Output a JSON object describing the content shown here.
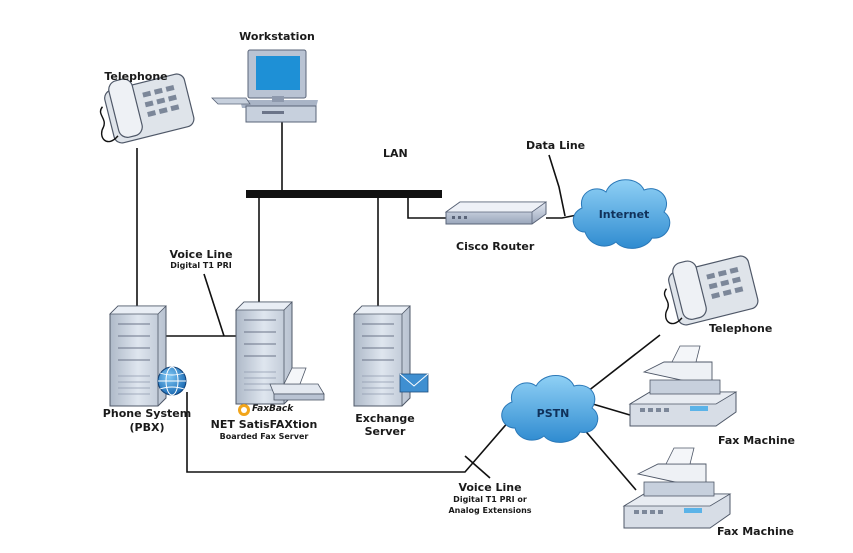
{
  "labels": {
    "workstation": "Workstation",
    "telephone_left": "Telephone",
    "lan": "LAN",
    "data_line": "Data Line",
    "internet": "Internet",
    "cisco_router": "Cisco Router",
    "voice_line_top": "Voice Line",
    "voice_line_top_sub": "Digital T1 PRI",
    "telephone_right": "Telephone",
    "pstn": "PSTN",
    "fax_machine_1": "Fax Machine",
    "fax_machine_2": "Fax Machine",
    "phone_system_line1": "Phone System",
    "phone_system_line2": "(PBX)",
    "faxback_logo": "FaxBack",
    "net_satisfaxtion": "NET SatisFAXtion",
    "boarded_fax_server": "Boarded Fax Server",
    "exchange_line1": "Exchange",
    "exchange_line2": "Server",
    "voice_line_bottom": "Voice Line",
    "voice_line_bottom_sub1": "Digital T1 PRI or",
    "voice_line_bottom_sub2": "Analog Extensions"
  },
  "colors": {
    "cloud": "#4aa3e0",
    "lan_bus": "#111111",
    "tower": "#c9d3e0",
    "monitor_screen": "#1e90d6"
  }
}
